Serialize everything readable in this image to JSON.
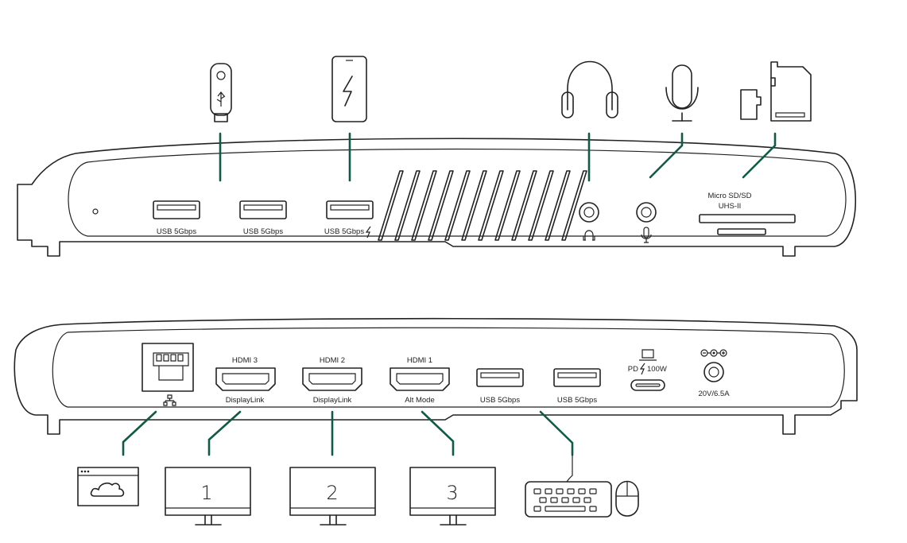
{
  "front_panel": {
    "usb_port_1": "USB 5Gbps",
    "usb_port_2": "USB 5Gbps",
    "usb_port_3": "USB 5Gbps",
    "card_reader_line1": "Micro SD/SD",
    "card_reader_line2": "UHS-II",
    "headphone_jack_icon": "headphones-icon",
    "mic_jack_icon": "microphone-icon",
    "charging_icon": "lightning-icon"
  },
  "rear_panel": {
    "hdmi3_top": "HDMI 3",
    "hdmi3_bottom": "DisplayLink",
    "hdmi2_top": "HDMI 2",
    "hdmi2_bottom": "DisplayLink",
    "hdmi1_top": "HDMI 1",
    "hdmi1_bottom": "Alt Mode",
    "usb_port_4": "USB 5Gbps",
    "usb_port_5": "USB 5Gbps",
    "pd_prefix": "PD",
    "pd_power": "100W",
    "dc_rating": "20V/6.5A",
    "ethernet_icon": "network-icon"
  },
  "monitors": [
    "1",
    "2",
    "3"
  ],
  "colors": {
    "connector_line": "#0f5b46",
    "outline": "#222222"
  }
}
